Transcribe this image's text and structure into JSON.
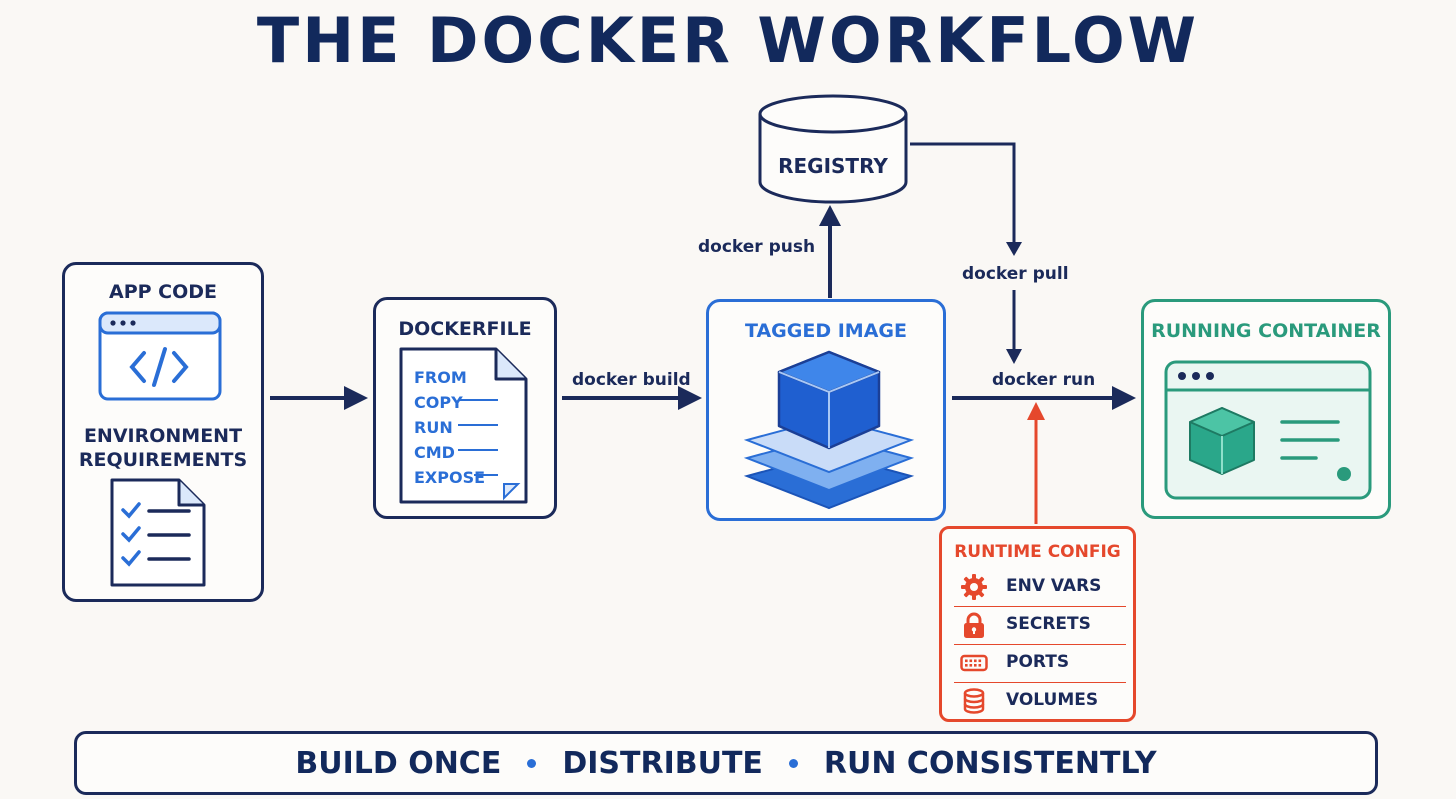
{
  "title": "THE DOCKER WORKFLOW",
  "nodes": {
    "app_code": {
      "label": "APP CODE"
    },
    "env_req": {
      "label": "ENVIRONMENT REQUIREMENTS",
      "line1": "ENVIRONMENT",
      "line2": "REQUIREMENTS"
    },
    "dockerfile": {
      "label": "DOCKERFILE",
      "lines": [
        "FROM",
        "COPY",
        "RUN",
        "CMD",
        "EXPOSE"
      ]
    },
    "tagged_image": {
      "label": "TAGGED IMAGE"
    },
    "registry": {
      "label": "REGISTRY"
    },
    "running_container": {
      "label": "RUNNING CONTAINER"
    },
    "runtime_config": {
      "label": "RUNTIME CONFIG",
      "items": [
        {
          "label": "ENV VARS",
          "icon": "gear-icon"
        },
        {
          "label": "SECRETS",
          "icon": "lock-icon"
        },
        {
          "label": "PORTS",
          "icon": "ports-icon"
        },
        {
          "label": "VOLUMES",
          "icon": "database-icon"
        }
      ]
    }
  },
  "edges": {
    "build": "docker build",
    "push": "docker push",
    "pull": "docker pull",
    "run": "docker run"
  },
  "tagline": [
    "BUILD ONCE",
    "DISTRIBUTE",
    "RUN CONSISTENTLY"
  ],
  "colors": {
    "navy": "#1b2a5a",
    "blue": "#2a6ed6",
    "green": "#2a9a7c",
    "red": "#e5482c",
    "background": "#faf8f5"
  }
}
